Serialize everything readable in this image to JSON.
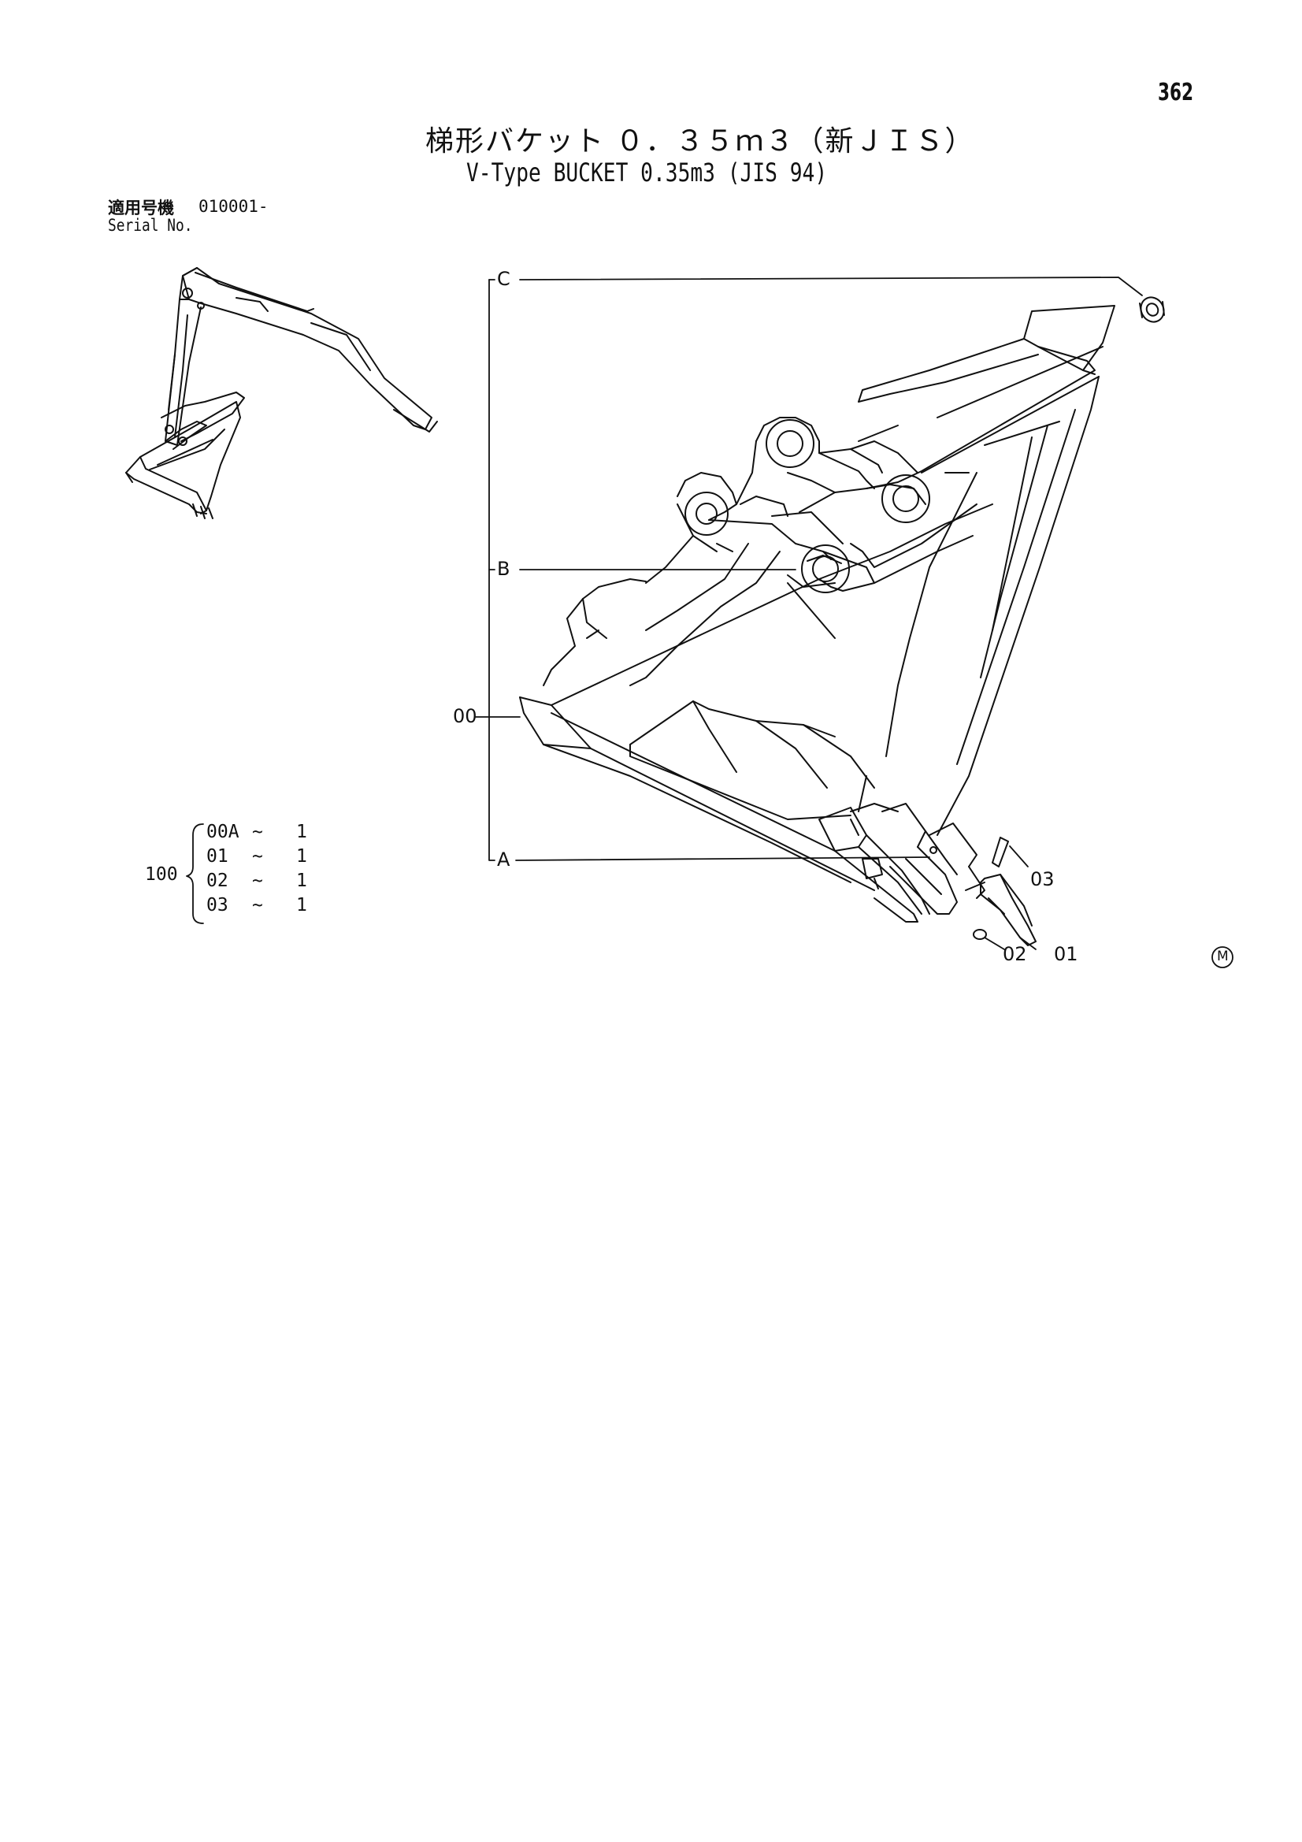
{
  "page_number": "362",
  "title_jp": "梯形バケット ０．３５ｍ３（新ＪＩＳ）",
  "title_en": "V-Type BUCKET 0.35m3 (JIS 94)",
  "serial": {
    "label_jp": "適用号機",
    "label_en": "Serial No.",
    "value": "010001-"
  },
  "callouts": {
    "c": "C",
    "b": "B",
    "a": "A",
    "assembly": "00",
    "pin": "03",
    "lock": "02",
    "tooth": "01"
  },
  "kit": {
    "number": "100",
    "items": [
      {
        "part": "00A",
        "sep": "~",
        "qty": "1"
      },
      {
        "part": "01",
        "sep": "~",
        "qty": "1"
      },
      {
        "part": "02",
        "sep": "~",
        "qty": "1"
      },
      {
        "part": "03",
        "sep": "~",
        "qty": "1"
      }
    ]
  },
  "mark": "M"
}
